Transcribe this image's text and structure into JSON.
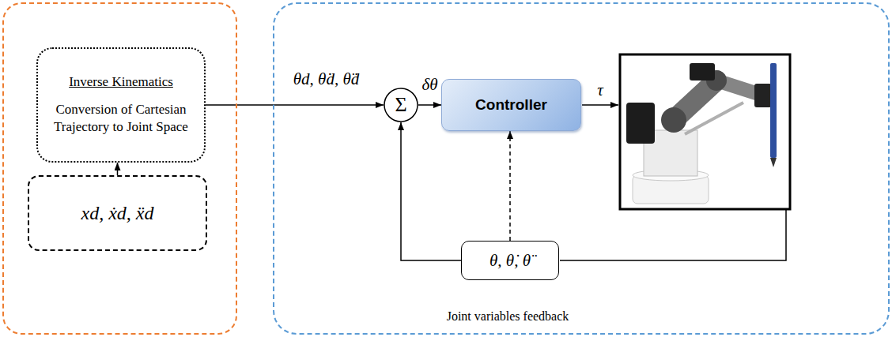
{
  "diagram": {
    "nodes": [
      {
        "text": []
      },
      {
        "text": [
          "Inverse Kinematics",
          "Conversion of Cartesian Trajectory to Joint Space"
        ],
        "in": 0
      },
      {
        "text": [
          "xd, ẋd, ẍd"
        ],
        "in": 0
      },
      {
        "text": [
          "Joint variables feedback"
        ]
      },
      {
        "text": [
          "Σ"
        ],
        "in": 3
      },
      {
        "text": [
          "Controller"
        ],
        "in": 3
      },
      {
        "text": [
          "θ, θ̇, θ̈"
        ],
        "in": 3
      }
    ],
    "edges": [
      {
        "from": 2,
        "to": 1,
        "arrow": "to"
      },
      {
        "from": 1,
        "to": 4,
        "label": "θd, θ̇d, θ̈d",
        "arrow": "to"
      },
      {
        "from": 4,
        "to": 5,
        "label": "δθ",
        "arrow": "to"
      },
      {
        "from": 6,
        "to": 5,
        "arrow": "to"
      },
      {
        "from": 6,
        "to": 4,
        "arrow": "to"
      }
    ],
    "labels": [
      "τ"
    ]
  }
}
